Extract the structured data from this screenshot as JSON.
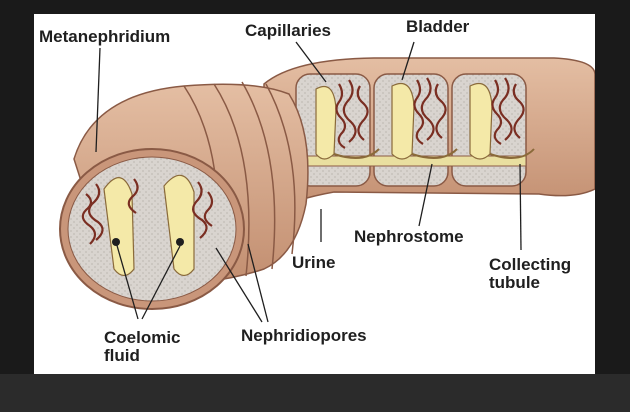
{
  "labels": {
    "metanephridium": "Metanephridium",
    "capillaries": "Capillaries",
    "bladder": "Bladder",
    "nephrostome": "Nephrostome",
    "urine": "Urine",
    "collecting_tubule": "Collecting\ntubule",
    "coelomic_fluid": "Coelomic\nfluid",
    "nephridiopores": "Nephridiopores"
  },
  "colors": {
    "body_skin": "#d7a98c",
    "body_shadow": "#b98569",
    "coelom": "#d9d4cf",
    "nephridium_yellow": "#f4e9a8",
    "capillary_red": "#7a2e22",
    "background": "#1a1a1a"
  }
}
